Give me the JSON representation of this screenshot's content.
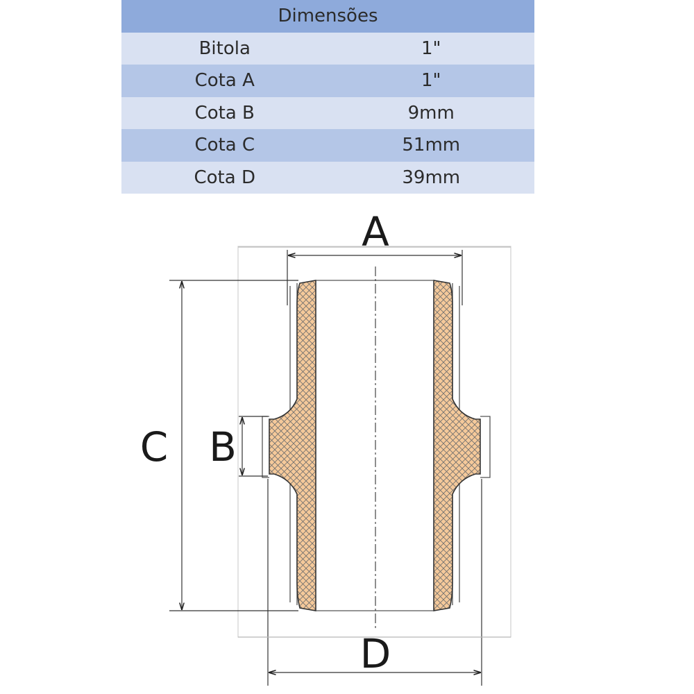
{
  "table": {
    "header": "Dimensões",
    "rows": [
      {
        "label": "Bitola",
        "value": "1\""
      },
      {
        "label": "Cota A",
        "value": "1\""
      },
      {
        "label": "Cota B",
        "value": "9mm"
      },
      {
        "label": "Cota C",
        "value": "51mm"
      },
      {
        "label": "Cota D",
        "value": "39mm"
      }
    ]
  },
  "drawing": {
    "labels": {
      "a": "A",
      "b": "B",
      "c": "C",
      "d": "D"
    },
    "colors": {
      "table_header": "#8eaadb",
      "row_light": "#d9e1f2",
      "row_dark": "#b4c6e7",
      "hatch": "#f5c99a"
    }
  }
}
